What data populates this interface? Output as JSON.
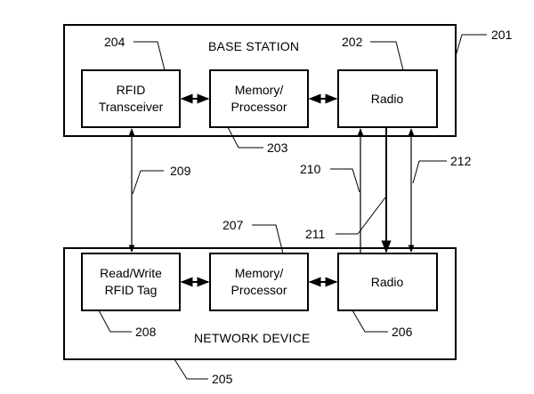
{
  "diagram": {
    "base_station": {
      "title": "BASE STATION",
      "ref": "201",
      "rfid_transceiver": {
        "line1": "RFID",
        "line2": "Transceiver",
        "ref": "204"
      },
      "memory_processor": {
        "line1": "Memory/",
        "line2": "Processor",
        "ref": "203"
      },
      "radio": {
        "label": "Radio",
        "ref": "202"
      }
    },
    "network_device": {
      "title": "NETWORK DEVICE",
      "ref": "205",
      "rfid_tag": {
        "line1": "Read/Write",
        "line2": "RFID Tag",
        "ref": "208"
      },
      "memory_processor": {
        "line1": "Memory/",
        "line2": "Processor",
        "ref": "207"
      },
      "radio": {
        "label": "Radio",
        "ref": "206"
      }
    },
    "links": {
      "rfid_link_ref": "209",
      "radio_link_up_ref": "210",
      "radio_link_down_ref": "211",
      "radio_link_bidir_ref": "212"
    }
  }
}
